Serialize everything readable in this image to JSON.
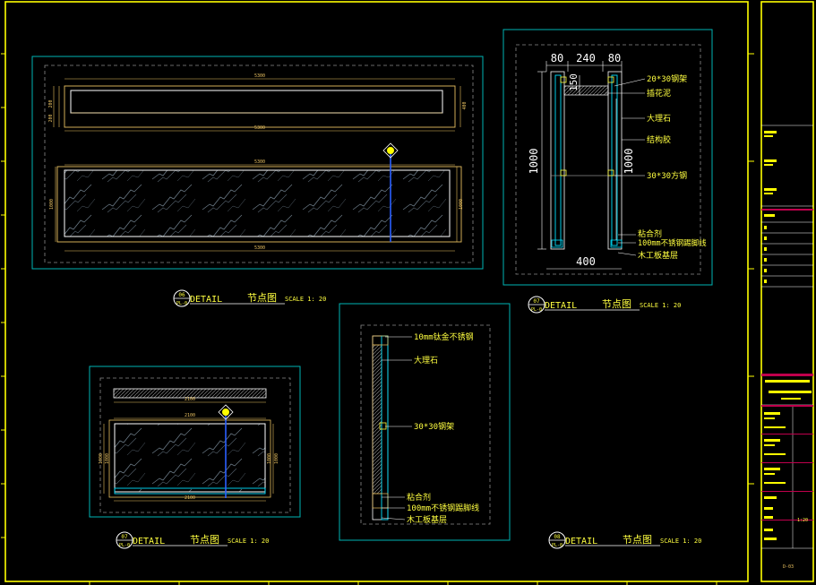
{
  "colors": {
    "frame": "#ffff00",
    "viewport": "#00b4b4",
    "dim": "#e8c060",
    "note": "#ffff40",
    "cyan": "#00e0ff",
    "blue": "#2a60ff",
    "marble": "#6f7f8c",
    "magenta": "#c0004c"
  },
  "detail1": {
    "dims": {
      "top_a": "5300",
      "top_b": "5300",
      "mid_a": "5300",
      "mid_b": "5300",
      "h_left_a": "200",
      "h_left_b": "200",
      "h_right": "400",
      "h_left_main": "1000",
      "h_right_main": "1000"
    },
    "title": {
      "num": "06",
      "ref": "PL-0",
      "word": "DETAIL",
      "cn": "节点图",
      "scale": "SCALE 1: 20"
    }
  },
  "detail2": {
    "dims": {
      "top_1": "80",
      "top_2": "240",
      "top_3": "80",
      "top_small": "150",
      "left": "1000",
      "mid": "1000",
      "bottom": "400"
    },
    "notes": [
      "20*30钢架",
      "插花泥",
      "大理石",
      "结构胶",
      "30*30方钢",
      "粘合剂",
      "100mm不锈钢踢脚线",
      "木工板基层"
    ],
    "title": {
      "num": "07",
      "ref": "PL-0",
      "word": "DETAIL",
      "cn": "节点图",
      "scale": "SCALE 1: 20"
    }
  },
  "detail3": {
    "dims": {
      "top": "2100",
      "mid": "2100",
      "bottom": "2100",
      "left": "1000",
      "inner_l": "1000",
      "inner_r": "1000",
      "right": "1000"
    },
    "title": {
      "num": "07",
      "ref": "PL-0",
      "word": "DETAIL",
      "cn": "节点图",
      "scale": "SCALE 1: 20"
    }
  },
  "detail4": {
    "notes": [
      "10mm钛金不锈钢",
      "大理石",
      "30*30钢架",
      "粘合剂",
      "100mm不锈钢踢脚线",
      "木工板基层"
    ],
    "title": {
      "num": "08",
      "ref": "PL-0",
      "word": "DETAIL",
      "cn": "节点图",
      "scale": "SCALE 1: 20"
    }
  },
  "titleblock": {
    "scale_value": "1:20",
    "sheet_code": "D-03"
  }
}
